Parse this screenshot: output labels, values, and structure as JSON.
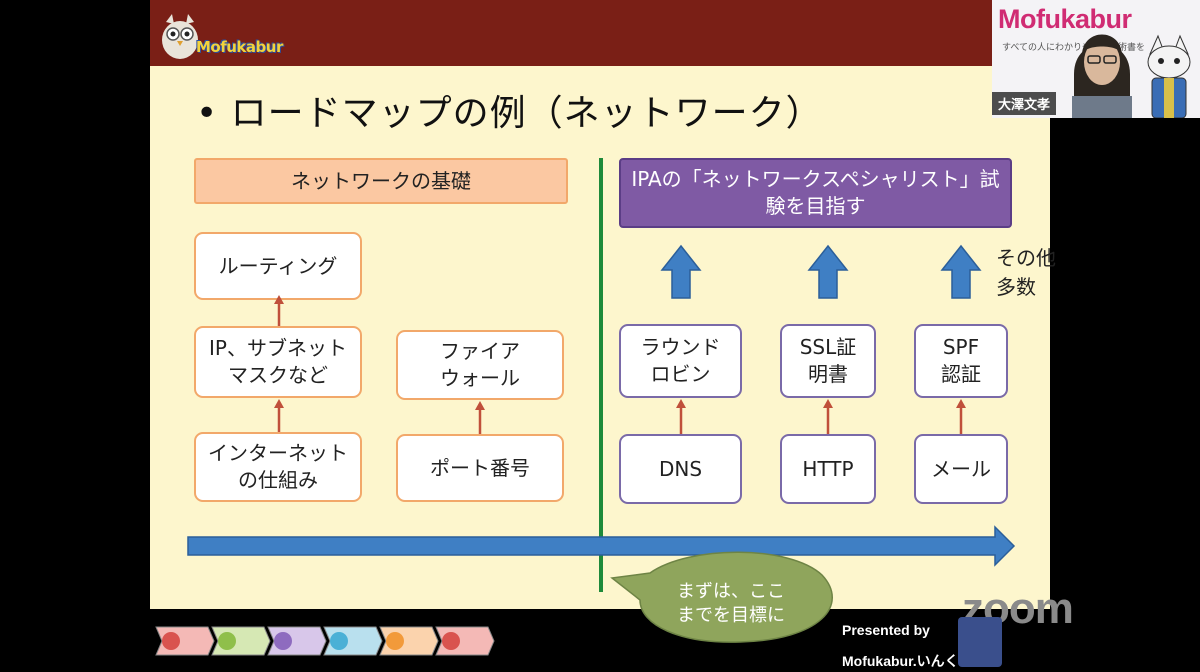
{
  "header": {
    "logo_text": "Mofukabur"
  },
  "slide": {
    "title": "• ロードマップの例（ネットワーク）",
    "left_header": "ネットワークの基礎",
    "right_header": "IPAの「ネットワークスペシャリスト」試\n験を目指す",
    "col1": [
      "ルーティング",
      "IP、サブネット\nマスクなど",
      "インターネット\nの仕組み"
    ],
    "col2": [
      "ファイア\nウォール",
      "ポート番号"
    ],
    "col3": [
      "ラウンド\nロビン",
      "DNS"
    ],
    "col4": [
      "SSL証\n明書",
      "HTTP"
    ],
    "col5": [
      "SPF\n認証",
      "メール"
    ],
    "side_note": "その他\n多数",
    "bubble": "まずは、ここ\nまでを目標に"
  },
  "webcam": {
    "brand": "Mofukabur",
    "tagline": "すべての人にわかりやすい技術書を",
    "name": "大澤文孝"
  },
  "footer": {
    "presented_by": "Presented by",
    "presented_sub": "Mofukabur.いんく",
    "zoom": "zoom",
    "chevron_colors": [
      "#d9534f",
      "#8fbf4a",
      "#8e6bbf",
      "#4ab0d6",
      "#f29a3a",
      "#d9534f"
    ]
  },
  "colors": {
    "header": "#7a1f16",
    "slide": "#fdf6cd",
    "arrow_blue": "#3f7fc4",
    "divider": "#1e8a3a"
  }
}
